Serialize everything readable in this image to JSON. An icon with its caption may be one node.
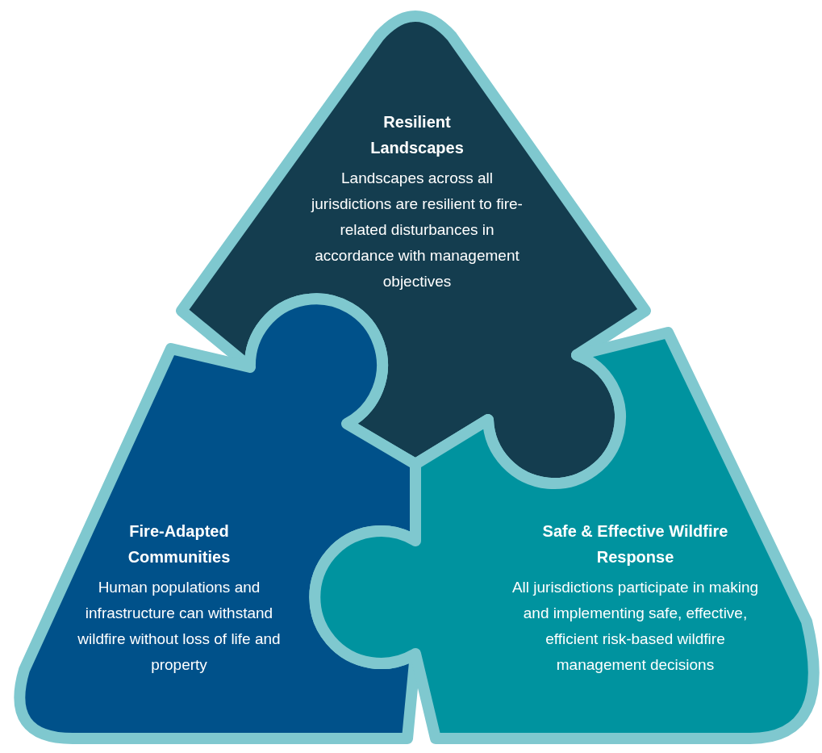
{
  "diagram": {
    "nodes": [
      {
        "text": [
          "Resilient Landscapes",
          "Landscapes across all jurisdictions are resilient to fire-related disturbances in accordance with management objectives"
        ]
      },
      {
        "text": [
          "Fire-Adapted Communities",
          "Human populations and infrastructure can withstand wildfire without loss of life and property"
        ]
      },
      {
        "text": [
          "Safe & Effective Wildfire Response",
          "All jurisdictions participate in making and implementing safe, effective, efficient risk-based wildfire management decisions"
        ]
      }
    ],
    "edges": []
  }
}
